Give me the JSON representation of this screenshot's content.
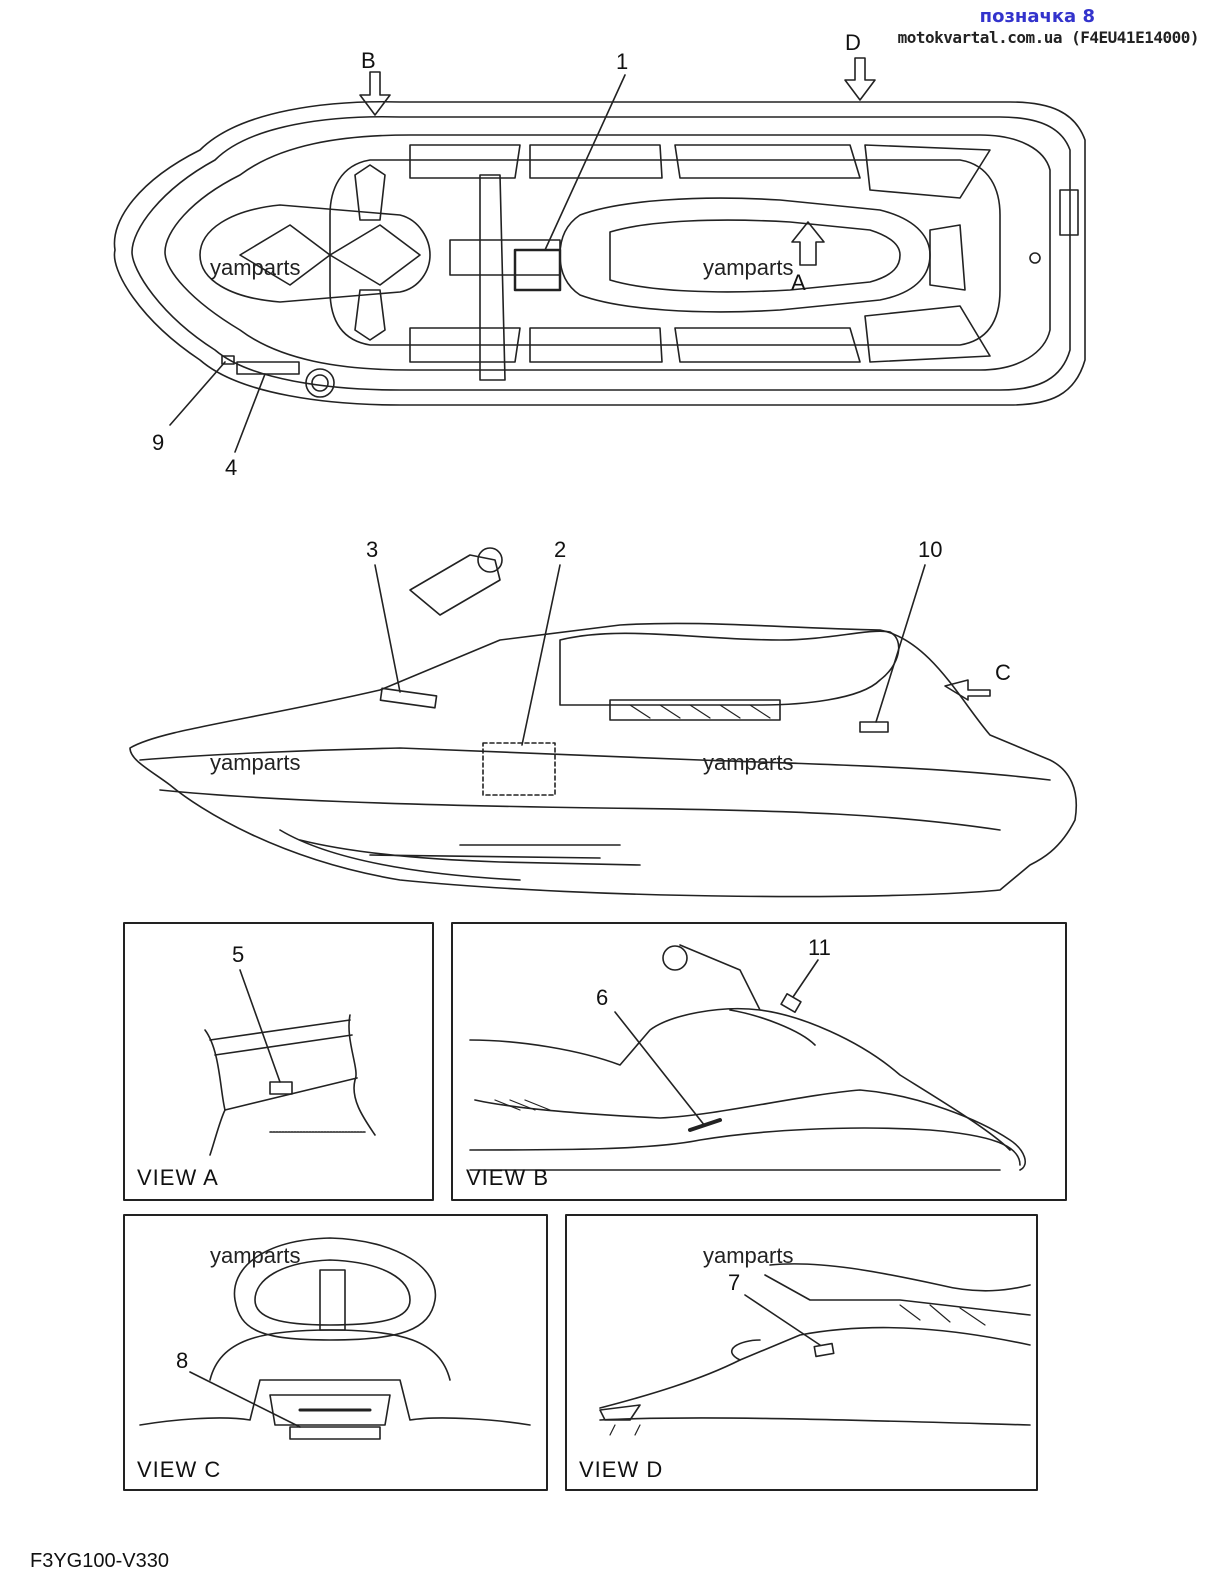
{
  "header": {
    "title": "позначка 8",
    "site": "motokvartal.com.ua (F4EU41E14000)"
  },
  "footer": {
    "code": "F3YG100-V330"
  },
  "watermark": "yamparts",
  "callouts": [
    "1",
    "2",
    "3",
    "4",
    "5",
    "6",
    "7",
    "8",
    "9",
    "10",
    "11"
  ],
  "arrows": {
    "a": "A",
    "b": "B",
    "c": "C",
    "d": "D"
  },
  "views": {
    "a": "VIEW A",
    "b": "VIEW B",
    "c": "VIEW C",
    "d": "VIEW D"
  },
  "colors": {
    "line": "#222222",
    "header_title": "#3333cc"
  }
}
